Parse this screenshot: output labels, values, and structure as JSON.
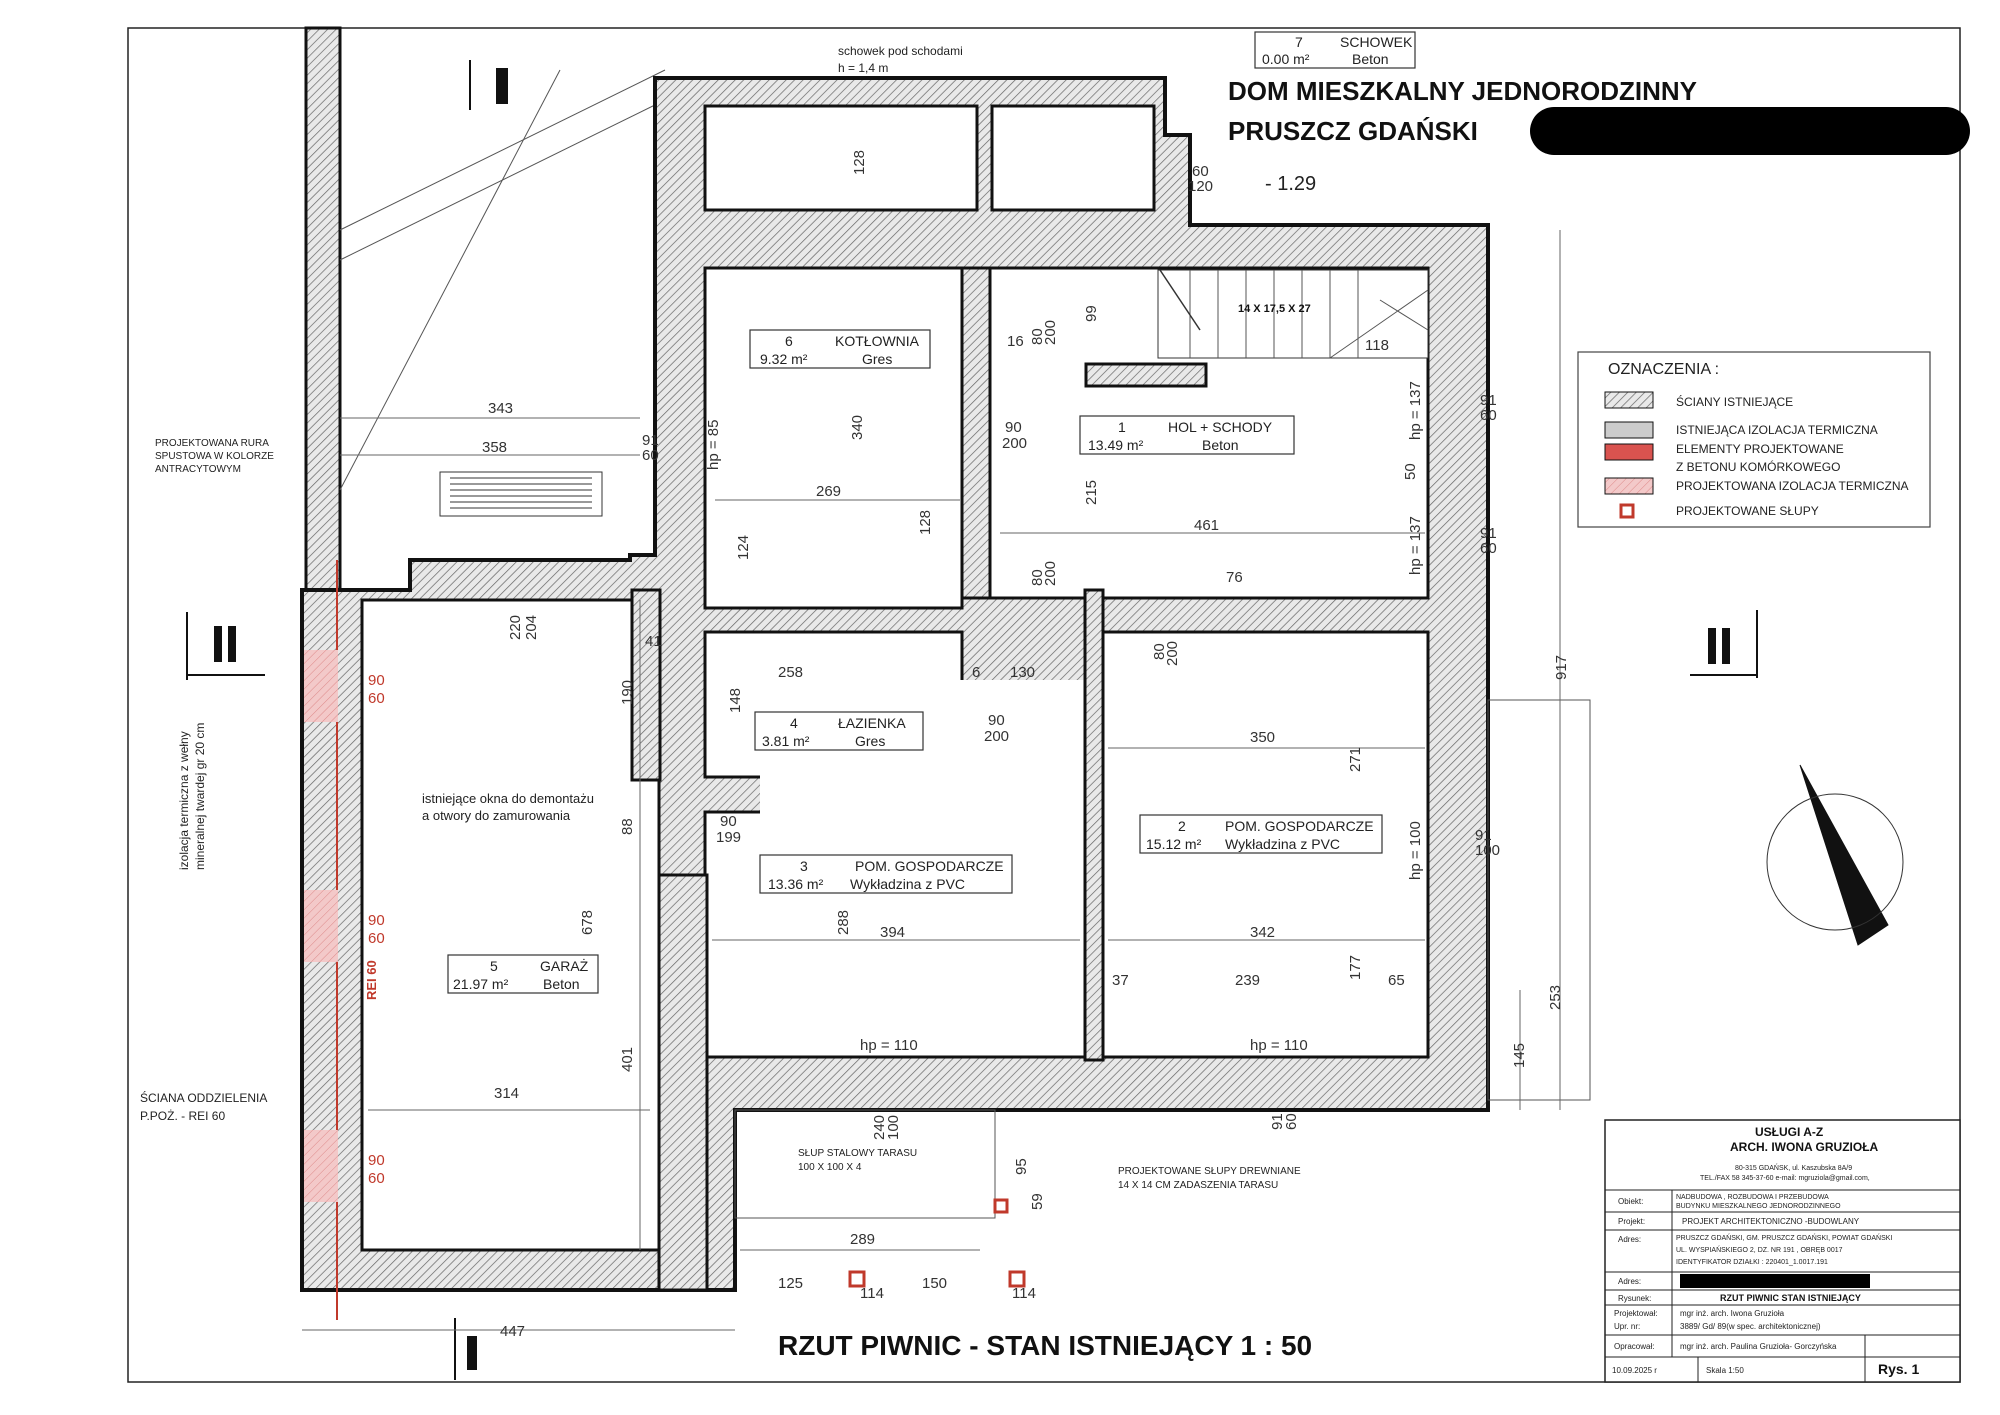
{
  "title": {
    "line1": "DOM MIESZKALNY JEDNORODZINNY",
    "line2": "PRUSZCZ GDAŃSKI"
  },
  "drawing_title": "RZUT PIWNIC  -  STAN ISTNIEJĄCY 1 : 50",
  "level": "- 1.29",
  "stairs": "14 X 17,5 X 27",
  "section_marks": {
    "I": "I",
    "II": "II"
  },
  "rooms": [
    {
      "no": "1",
      "name": "HOL + SCHODY",
      "area": "13.49 m²",
      "floor": "Beton"
    },
    {
      "no": "2",
      "name": "POM. GOSPODARCZE",
      "area": "15.12 m²",
      "floor": "Wykładzina z PVC"
    },
    {
      "no": "3",
      "name": "POM. GOSPODARCZE",
      "area": "13.36 m²",
      "floor": "Wykładzina z PVC"
    },
    {
      "no": "4",
      "name": "ŁAZIENKA",
      "area": "3.81 m²",
      "floor": "Gres"
    },
    {
      "no": "5",
      "name": "GARAŻ",
      "area": "21.97 m²",
      "floor": "Beton"
    },
    {
      "no": "6",
      "name": "KOTŁOWNIA",
      "area": "9.32 m²",
      "floor": "Gres"
    },
    {
      "no": "7",
      "name": "SCHOWEK",
      "area": "0.00 m²",
      "floor": "Beton"
    }
  ],
  "notes": {
    "schowek": "schowek pod schodami",
    "schowek_h": "h = 1,4 m",
    "rura1": "PROJEKTOWANA RURA",
    "rura2": "SPUSTOWA W KOLORZE",
    "rura3": "ANTRACYTOWYM",
    "okna1": "istniejące okna do demontażu",
    "okna2": "a otwory do zamurowania",
    "izol1": "izolacja termiczna z wełny",
    "izol2": "mineralnej twardej gr 20 cm",
    "sciana1": "ŚCIANA ODDZIELENIA",
    "sciana2": "P.POŻ. - REI 60",
    "rei": "REI 60",
    "slup1": "SŁUP STALOWY TARASU",
    "slup2": "100 X 100 X 4",
    "drew1": "PROJEKTOWANE SŁUPY DREWNIANE",
    "drew2": "14 X 14 CM ZADASZENIA TARASU"
  },
  "legend": {
    "title": "OZNACZENIA :",
    "items": [
      "ŚCIANY ISTNIEJĄCE",
      "ISTNIEJĄCA  IZOLACJA TERMICZNA",
      "ELEMENTY PROJEKTOWANE",
      "Z BETONU KOMÓRKOWEGO",
      "PROJEKTOWANA IZOLACJA TERMICZNA",
      "PROJEKTOWANE SŁUPY"
    ]
  },
  "dims": {
    "d343": "343",
    "d358": "358",
    "d269": "269",
    "d340": "340",
    "d124": "124",
    "d128": "128",
    "d128b": "128",
    "d461": "461",
    "d215": "215",
    "d99": "99",
    "d76": "76",
    "d350": "350",
    "d342": "342",
    "d394": "394",
    "d288": "288",
    "d271": "271",
    "d177": "177",
    "d239": "239",
    "d37": "37",
    "d65": "65",
    "d314": "314",
    "d678": "678",
    "d401": "401",
    "d88": "88",
    "d190": "190",
    "d258": "258",
    "d130": "130",
    "d148": "148",
    "d289": "289",
    "d125": "125",
    "d150": "150",
    "d447": "447",
    "d917": "917",
    "d253": "253",
    "d145": "145",
    "d95": "95",
    "d59": "59",
    "d16": "16",
    "d6": "6",
    "d41": "41",
    "d220": "220",
    "d204": "204",
    "d50": "50",
    "d118": "118",
    "d114": "114",
    "d114b": "114",
    "hp85": "hp = 85",
    "hp137a": "hp = 137",
    "hp137b": "hp = 137",
    "hp100": "hp = 100",
    "hp110a": "hp = 110",
    "hp110b": "hp = 110",
    "d80_200a": "80",
    "d80_200a2": "200",
    "d90_200a": "90",
    "d90_200a2": "200",
    "d80_200b": "80",
    "d80_200b2": "200",
    "d80_200c": "80",
    "d80_200c2": "200",
    "d90_200b": "90",
    "d90_200b2": "200",
    "d90_199": "90",
    "d90_199b": "199",
    "w91_60a": "91",
    "w91_60a2": "60",
    "w91_60b": "91",
    "w91_60b2": "60",
    "w91_60c": "91",
    "w91_60c2": "60",
    "w91_100": "91",
    "w91_100b": "100",
    "w90_60a": "90",
    "w90_60a2": "60",
    "w90_60b": "90",
    "w90_60b2": "60",
    "w90_60c": "90",
    "w90_60c2": "60",
    "w60_120": "60",
    "w60_120b": "120",
    "w240_100": "240",
    "w240_100b": "100",
    "w91_60d": "91",
    "w91_60d2": "60"
  },
  "titleblock": {
    "company1": "USŁUGI A-Z",
    "company2": "ARCH. IWONA GRUZIOŁA",
    "address1": "80-315 GDAŃSK, ul. Kaszubska 8A/9",
    "address2": "TEL./FAX 58 345-37-60 e-mail: mgruziola@gmail.com,",
    "obiekt_l": "Obiekt:",
    "obiekt1": "NADBUDOWA , ROZBUDOWA I PRZEBUDOWA",
    "obiekt2": "BUDYNKU MIESZKALNEGO JEDNORODZINNEGO",
    "projekt_l": "Projekt:",
    "projekt": "PROJEKT ARCHITEKTONICZNO -BUDOWLANY",
    "adres_l": "Adres:",
    "adres1": "PRUSZCZ GDAŃSKI, GM. PRUSZCZ GDAŃSKI, POWIAT  GDAŃSKI",
    "adres2": "UL. WYSPIAŃSKIEGO 2,  DZ. NR 191 , OBRĘB 0017",
    "adres3": "IDENTYFIKATOR DZIAŁKI : 220401_1.0017.191",
    "adres2_l": "Adres:",
    "rysunek_l": "Rysunek:",
    "rysunek": "RZUT PIWNIC STAN ISTNIEJĄCY",
    "projektowal_l": "Projektował:",
    "projektowal": "mgr inż. arch. Iwona  Gruzioła",
    "upr_l": "Upr. nr:",
    "upr": "3889/ Gd/ 89(w spec. architektonicznej)",
    "opracowal_l": "Opracował:",
    "opracowal": "mgr inż. arch. Paulina Gruzioła- Gorczyńska",
    "date": "10.09.2025 r",
    "skala": "Skala 1:50",
    "rys": "Rys. 1"
  },
  "colors": {
    "red": "#c0392b",
    "pink": "#e8a5a5",
    "black": "#000000"
  }
}
